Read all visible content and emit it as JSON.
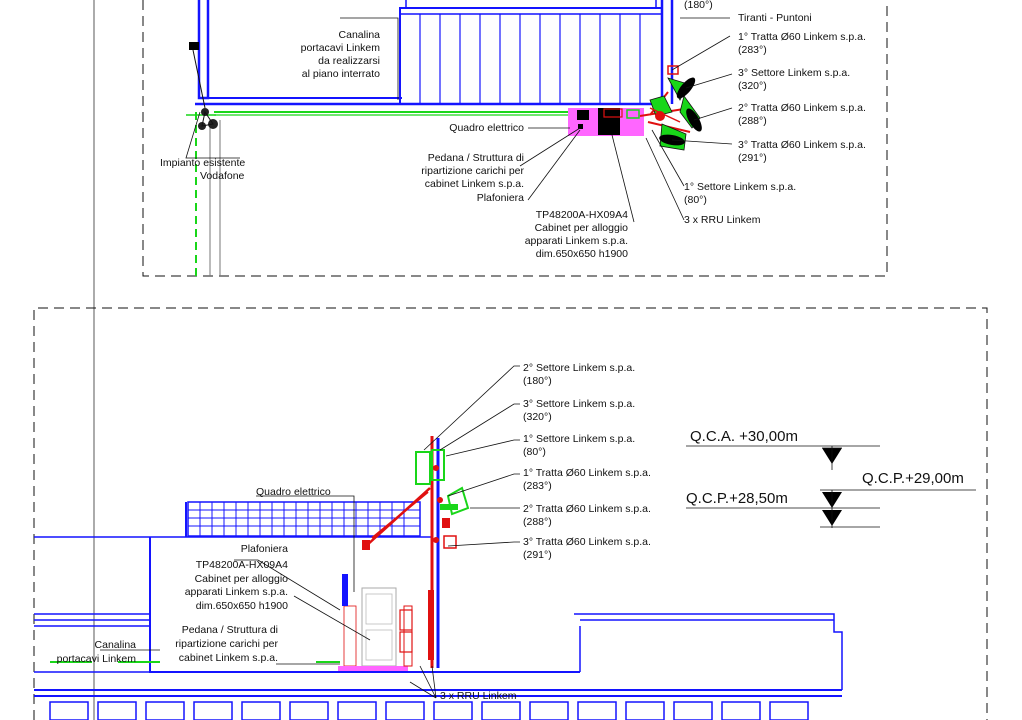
{
  "plan_view": {
    "labels": {
      "angle_top": "(180°)",
      "tiranti": "Tiranti - Puntoni",
      "tratta1": "1° Tratta Ø60 Linkem s.p.a.",
      "tratta1_deg": "(283°)",
      "settore3": "3° Settore Linkem s.p.a.",
      "settore3_deg": "(320°)",
      "tratta2": "2° Tratta Ø60 Linkem s.p.a.",
      "tratta2_deg": "(288°)",
      "tratta3": "3° Tratta Ø60 Linkem s.p.a.",
      "tratta3_deg": "(291°)",
      "settore1": "1° Settore Linkem s.p.a.",
      "settore1_deg": "(80°)",
      "rru": "3 x RRU Linkem",
      "canalina_1": "Canalina",
      "canalina_2": "portacavi Linkem",
      "canalina_3": "da realizzarsi",
      "canalina_4": "al piano interrato",
      "quadro": "Quadro elettrico",
      "pedana_1": "Pedana / Struttura di",
      "pedana_2": "ripartizione carichi per",
      "pedana_3": "cabinet Linkem s.p.a.",
      "plafoniera": "Plafoniera",
      "cabinet_code": "TP48200A-HX09A4",
      "cabinet_1": "Cabinet per alloggio",
      "cabinet_2": "apparati Linkem s.p.a.",
      "cabinet_3": "dim.650x650 h1900",
      "impianto_1": "Impianto esistente",
      "impianto_2": "Vodafone"
    }
  },
  "elevation_view": {
    "labels": {
      "settore2": "2° Settore Linkem s.p.a.",
      "settore2_deg": "(180°)",
      "settore3": "3° Settore Linkem s.p.a.",
      "settore3_deg": "(320°)",
      "settore1": "1° Settore Linkem s.p.a.",
      "settore1_deg": "(80°)",
      "tratta1": "1° Tratta Ø60 Linkem s.p.a.",
      "tratta1_deg": "(283°)",
      "tratta2": "2° Tratta Ø60 Linkem s.p.a.",
      "tratta2_deg": "(288°)",
      "tratta3": "3° Tratta Ø60 Linkem s.p.a.",
      "tratta3_deg": "(291°)",
      "quadro": "Quadro elettrico",
      "plafoniera": "Plafoniera",
      "cabinet_code": "TP48200A-HX09A4",
      "cabinet_1": "Cabinet per alloggio",
      "cabinet_2": "apparati Linkem s.p.a.",
      "cabinet_3": "dim.650x650 h1900",
      "pedana_1": "Pedana / Struttura di",
      "pedana_2": "ripartizione carichi per",
      "pedana_3": "cabinet Linkem s.p.a.",
      "canalina_1": "Canalina",
      "canalina_2": "portacavi Linkem",
      "rru": "3 x RRU Linkem"
    },
    "levels": {
      "qca": "Q.C.A. +30,00m",
      "qcp_top": "Q.C.P.+29,00m",
      "qcp_low": "Q.C.P.+28,50m"
    }
  },
  "colors": {
    "structure": "#1414ff",
    "cable_tray": "#19d619",
    "antenna_mount": "#e01010",
    "platform": "#ff66ff",
    "lines": "#111111"
  }
}
